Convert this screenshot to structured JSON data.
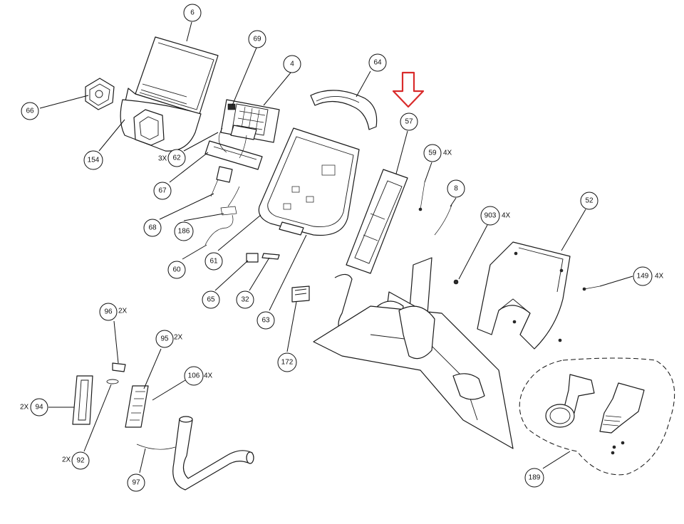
{
  "diagram": {
    "highlight_color": "#d92b2b",
    "callouts": [
      {
        "id": "c6",
        "label": "6",
        "qty": ""
      },
      {
        "id": "c69",
        "label": "69",
        "qty": ""
      },
      {
        "id": "c4",
        "label": "4",
        "qty": ""
      },
      {
        "id": "c64",
        "label": "64",
        "qty": ""
      },
      {
        "id": "c66",
        "label": "66",
        "qty": ""
      },
      {
        "id": "c154",
        "label": "154",
        "qty": ""
      },
      {
        "id": "c62",
        "label": "62",
        "qty": "3X"
      },
      {
        "id": "c67",
        "label": "67",
        "qty": ""
      },
      {
        "id": "c68",
        "label": "68",
        "qty": ""
      },
      {
        "id": "c186",
        "label": "186",
        "qty": ""
      },
      {
        "id": "c60",
        "label": "60",
        "qty": ""
      },
      {
        "id": "c61",
        "label": "61",
        "qty": ""
      },
      {
        "id": "c65",
        "label": "65",
        "qty": ""
      },
      {
        "id": "c32",
        "label": "32",
        "qty": ""
      },
      {
        "id": "c63",
        "label": "63",
        "qty": ""
      },
      {
        "id": "c172",
        "label": "172",
        "qty": ""
      },
      {
        "id": "c57",
        "label": "57",
        "qty": ""
      },
      {
        "id": "c59",
        "label": "59",
        "qty": "4X"
      },
      {
        "id": "c8",
        "label": "8",
        "qty": ""
      },
      {
        "id": "c903",
        "label": "903",
        "qty": "4X"
      },
      {
        "id": "c52",
        "label": "52",
        "qty": ""
      },
      {
        "id": "c149",
        "label": "149",
        "qty": "4X"
      },
      {
        "id": "c96",
        "label": "96",
        "qty": "2X"
      },
      {
        "id": "c95",
        "label": "95",
        "qty": "2X"
      },
      {
        "id": "c106",
        "label": "106",
        "qty": "4X"
      },
      {
        "id": "c94",
        "label": "94",
        "qty": "2X"
      },
      {
        "id": "c92",
        "label": "92",
        "qty": "2X"
      },
      {
        "id": "c97",
        "label": "97",
        "qty": ""
      },
      {
        "id": "c189",
        "label": "189",
        "qty": ""
      }
    ]
  }
}
